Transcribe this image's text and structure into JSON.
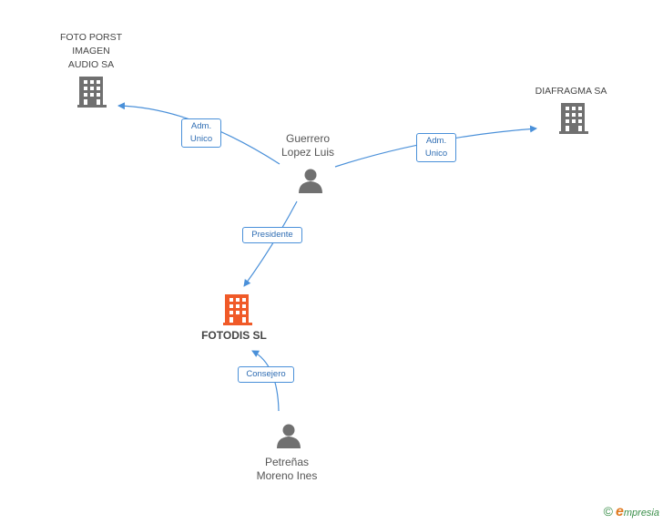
{
  "nodes": {
    "foto_porst": {
      "lines": [
        "FOTO PORST",
        "IMAGEN",
        "AUDIO SA"
      ],
      "type": "company",
      "color": "#707070"
    },
    "diafragma": {
      "lines": [
        "DIAFRAGMA SA"
      ],
      "type": "company",
      "color": "#707070"
    },
    "guerrero": {
      "lines": [
        "Guerrero",
        "Lopez Luis"
      ],
      "type": "person",
      "color": "#707070"
    },
    "fotodis": {
      "lines": [
        "FOTODIS SL"
      ],
      "type": "company",
      "color": "#f05a28"
    },
    "petrenas": {
      "lines": [
        "Petreñas",
        "Moreno Ines"
      ],
      "type": "person",
      "color": "#707070"
    }
  },
  "edges": {
    "e1": {
      "lines": [
        "Adm.",
        "Unico"
      ]
    },
    "e2": {
      "lines": [
        "Adm.",
        "Unico"
      ]
    },
    "e3": {
      "lines": [
        "Presidente"
      ]
    },
    "e4": {
      "lines": [
        "Consejero"
      ]
    }
  },
  "colors": {
    "edge": "#4a90d9"
  },
  "footer": {
    "copyright": "©",
    "brand_e": "e",
    "brand_rest": "mpresia"
  }
}
